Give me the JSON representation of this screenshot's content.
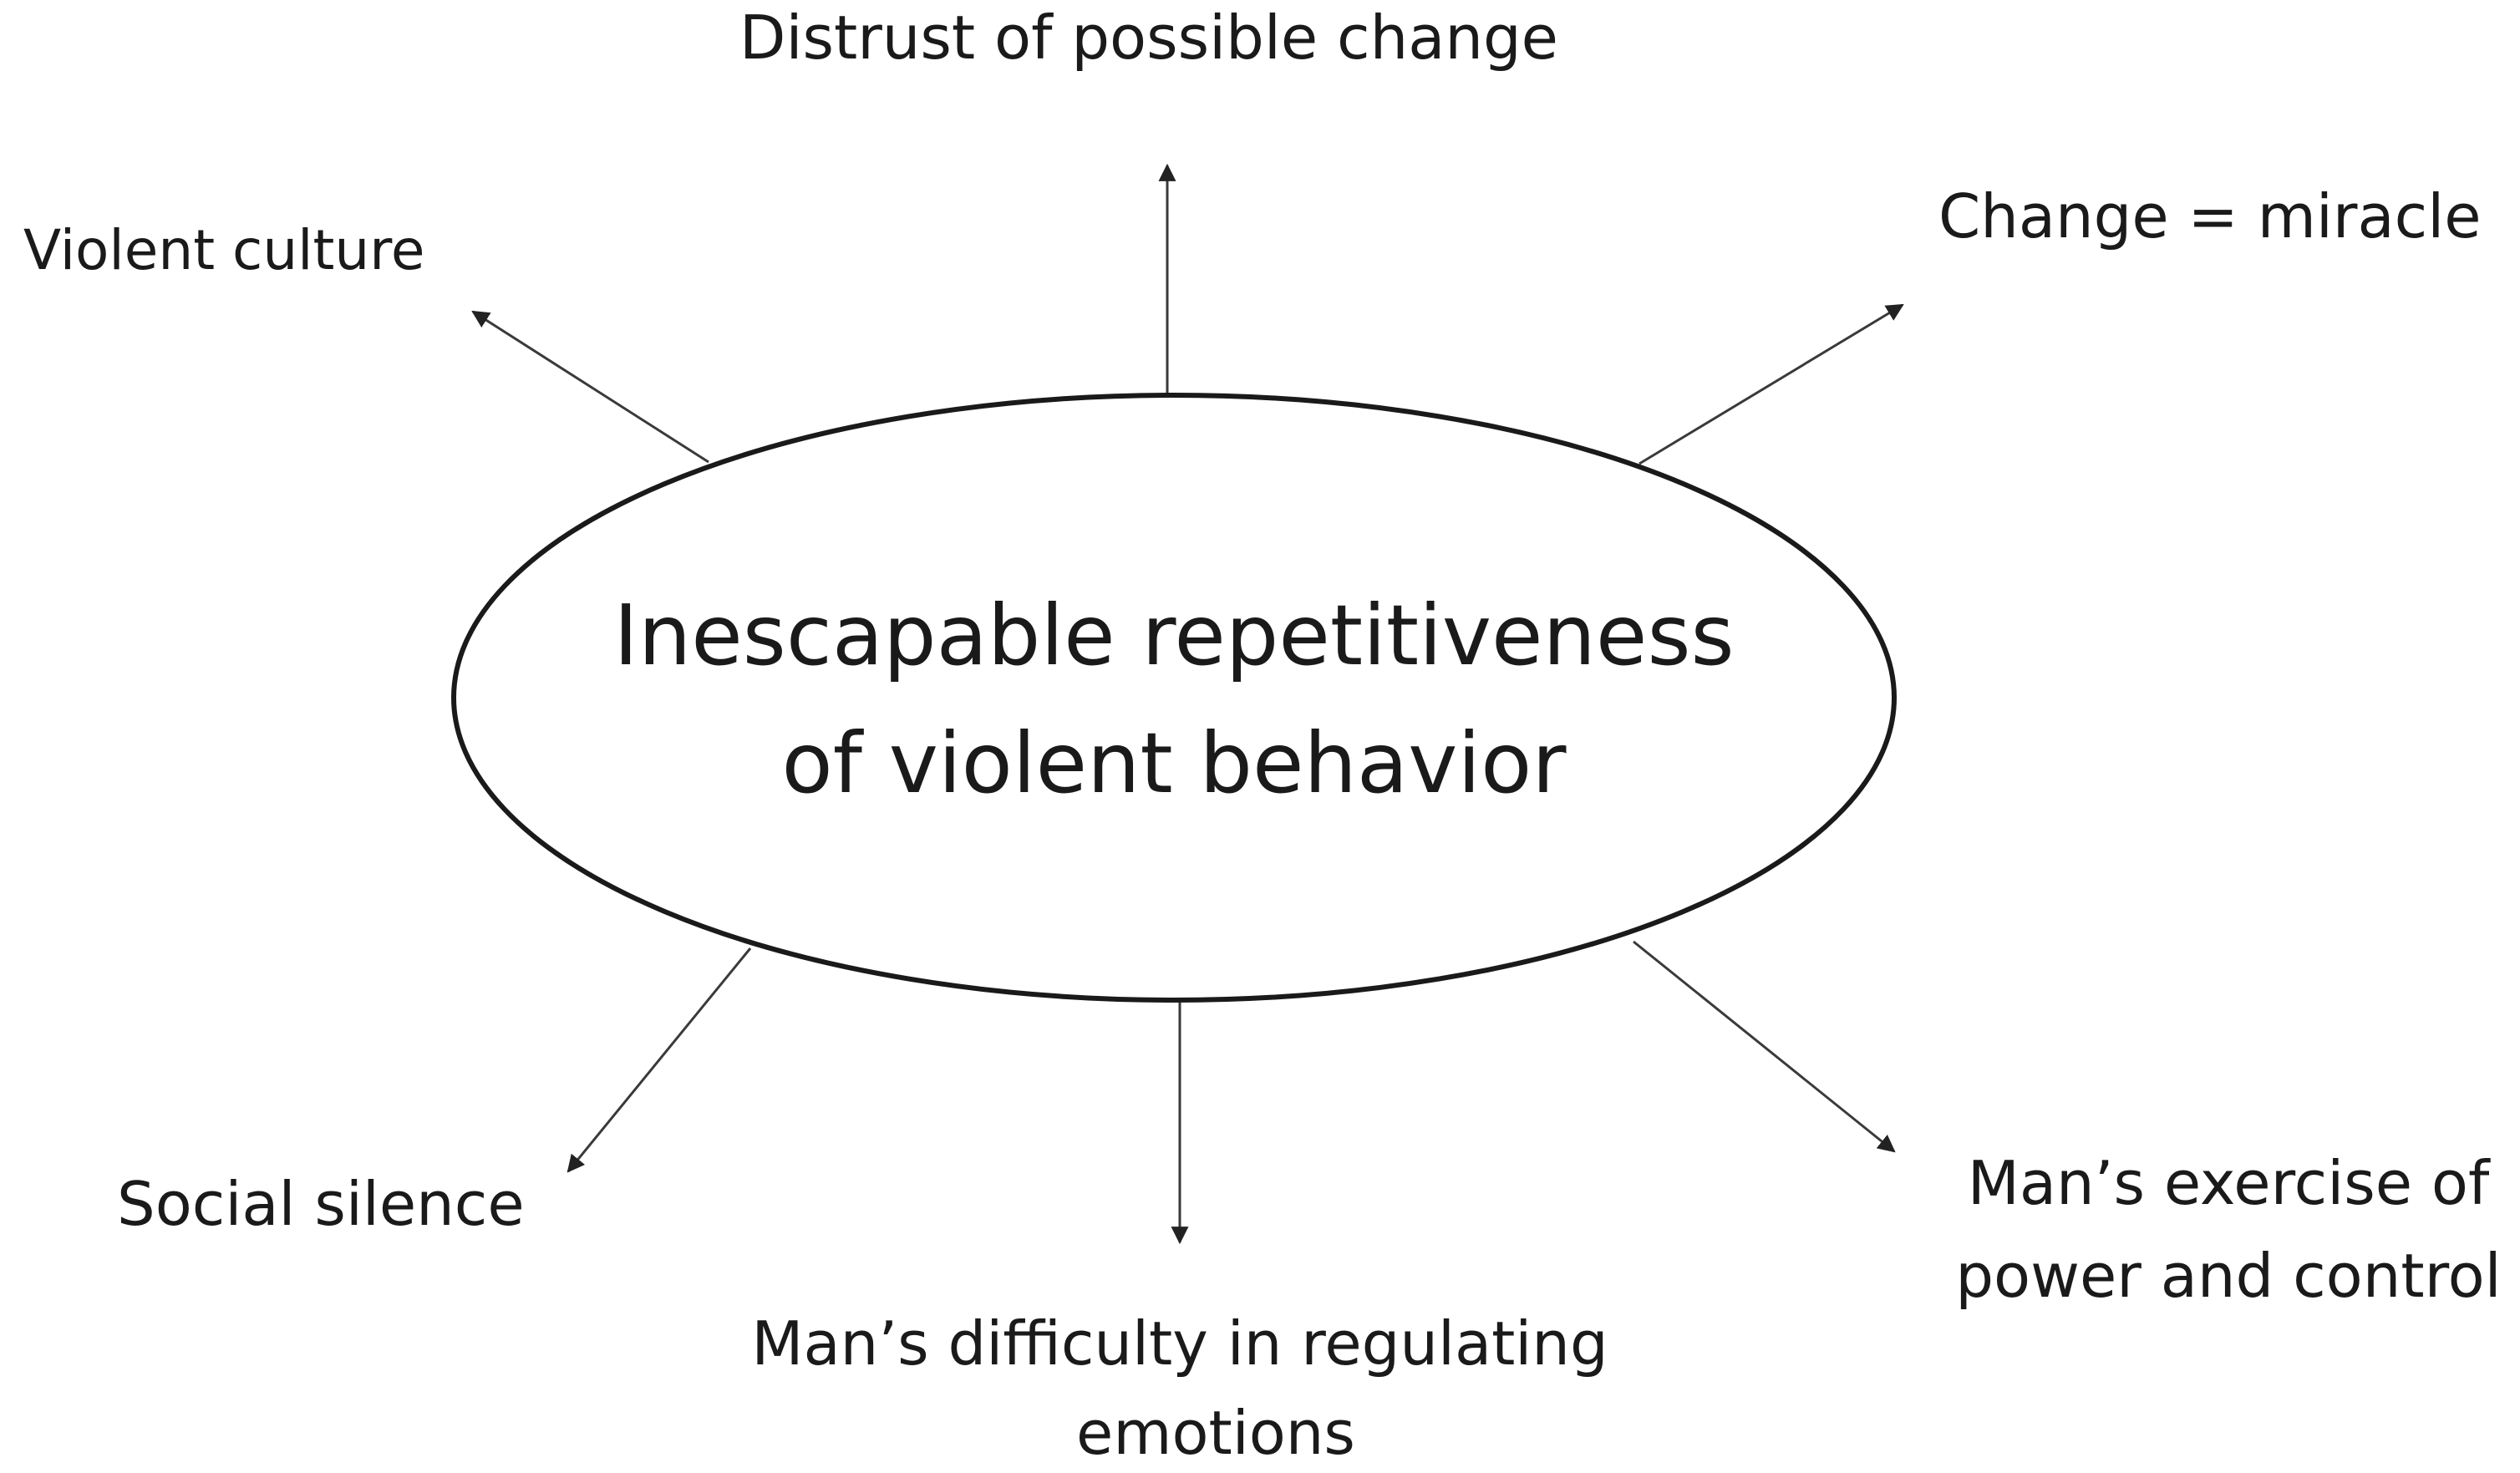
{
  "center": {
    "line1": "Inescapable repetitiveness",
    "line2": "of violent behavior"
  },
  "labels": {
    "top": "Distrust of possible change",
    "top_right": "Change = miracle",
    "top_left": "Violent culture",
    "bottom_left": "Social silence",
    "bottom": {
      "line1": "Man’s difficulty in regulating",
      "line2": "emotions"
    },
    "bottom_right": {
      "line1": "Man’s exercise of",
      "line2": "power and control"
    }
  },
  "colors": {
    "text": "#1a1a1a",
    "arrow": "#3a3a3a",
    "background": "#ffffff"
  }
}
